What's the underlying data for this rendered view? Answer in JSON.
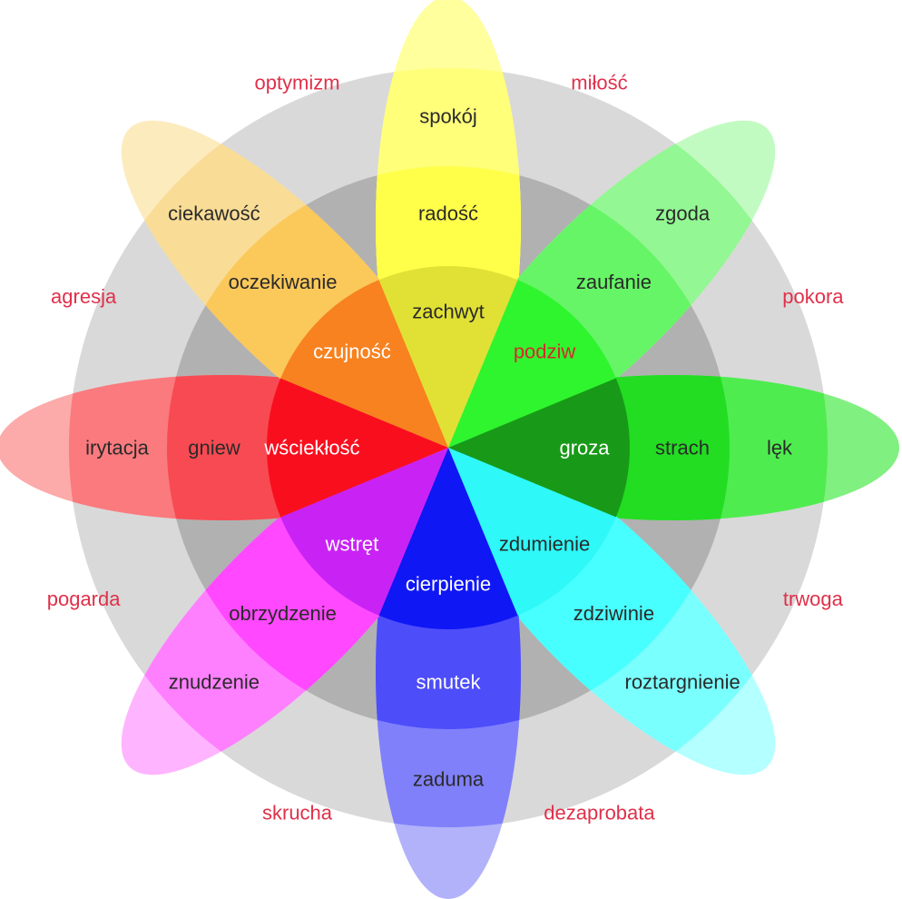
{
  "colors": {
    "outer_ring": "#d9d9d9",
    "middle_ring": "#b1b1b1",
    "dyad_text": "#e0304a",
    "dark_text": "#2a2a2a",
    "light_text": "#ffffff"
  },
  "petals": [
    {
      "id": "joy",
      "direction_deg": 0,
      "colors": [
        "#ffff9e",
        "#ffff7a",
        "#ffff4a",
        "#e1e135"
      ],
      "labels": [
        {
          "text": "spokój",
          "tone": "dark"
        },
        {
          "text": "radość",
          "tone": "dark"
        },
        {
          "text": "zachwyt",
          "tone": "dark"
        }
      ]
    },
    {
      "id": "trust",
      "direction_deg": 45,
      "colors": [
        "#c2fbc2",
        "#93f793",
        "#66f566",
        "#2ff52f"
      ],
      "labels": [
        {
          "text": "zgoda",
          "tone": "dark"
        },
        {
          "text": "zaufanie",
          "tone": "dark"
        },
        {
          "text": "podziw",
          "tone": "red"
        }
      ]
    },
    {
      "id": "fear",
      "direction_deg": 90,
      "colors": [
        "#80f080",
        "#4fec4f",
        "#22dd22",
        "#189a18"
      ],
      "labels": [
        {
          "text": "lęk",
          "tone": "dark"
        },
        {
          "text": "strach",
          "tone": "dark"
        },
        {
          "text": "groza",
          "tone": "light"
        }
      ]
    },
    {
      "id": "surprise",
      "direction_deg": 135,
      "colors": [
        "#b4ffff",
        "#7affff",
        "#48ffff",
        "#2ef8f8"
      ],
      "labels": [
        {
          "text": "roztargnienie",
          "tone": "dark"
        },
        {
          "text": "zdziwinie",
          "tone": "dark"
        },
        {
          "text": "zdumienie",
          "tone": "dark"
        }
      ]
    },
    {
      "id": "sadness",
      "direction_deg": 180,
      "colors": [
        "#b2b2fa",
        "#8080fb",
        "#4d4dfa",
        "#0f17f5"
      ],
      "labels": [
        {
          "text": "zaduma",
          "tone": "dark"
        },
        {
          "text": "smutek",
          "tone": "light"
        },
        {
          "text": "cierpienie",
          "tone": "light"
        }
      ]
    },
    {
      "id": "disgust",
      "direction_deg": 225,
      "colors": [
        "#ffb4ff",
        "#ff80ff",
        "#ff48ff",
        "#c922f5"
      ],
      "labels": [
        {
          "text": "znudzenie",
          "tone": "dark"
        },
        {
          "text": "obrzydzenie",
          "tone": "dark"
        },
        {
          "text": "wstręt",
          "tone": "light"
        }
      ]
    },
    {
      "id": "anger",
      "direction_deg": 270,
      "colors": [
        "#fcaaaa",
        "#fa7a7e",
        "#f84a52",
        "#f90e1e"
      ],
      "labels": [
        {
          "text": "irytacja",
          "tone": "dark"
        },
        {
          "text": "gniew",
          "tone": "dark"
        },
        {
          "text": "wściekłość",
          "tone": "light"
        }
      ]
    },
    {
      "id": "anticipation",
      "direction_deg": 315,
      "colors": [
        "#fcebbd",
        "#f9dc96",
        "#fbc85a",
        "#f7821f"
      ],
      "labels": [
        {
          "text": "ciekawość",
          "tone": "dark"
        },
        {
          "text": "oczekiwanie",
          "tone": "dark"
        },
        {
          "text": "czujność",
          "tone": "light"
        }
      ]
    }
  ],
  "dyads": [
    {
      "text": "miłość",
      "direction_deg": 22.5
    },
    {
      "text": "pokora",
      "direction_deg": 67.5
    },
    {
      "text": "trwoga",
      "direction_deg": 112.5
    },
    {
      "text": "dezaprobata",
      "direction_deg": 157.5
    },
    {
      "text": "skrucha",
      "direction_deg": 202.5
    },
    {
      "text": "pogarda",
      "direction_deg": 247.5
    },
    {
      "text": "agresja",
      "direction_deg": 292.5
    },
    {
      "text": "optymizm",
      "direction_deg": 337.5
    }
  ]
}
